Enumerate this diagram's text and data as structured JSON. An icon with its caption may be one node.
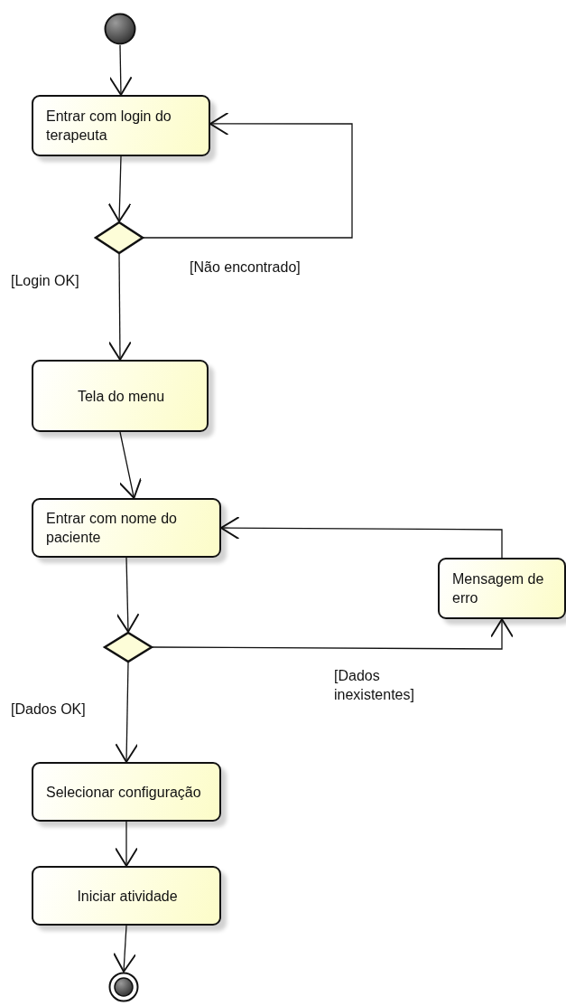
{
  "diagram": {
    "nodes": [
      {
        "text": [],
        "shape": "circle"
      },
      {
        "text": [
          "Entrar com login do terapeuta"
        ]
      },
      {
        "text": [],
        "shape": "diamond"
      },
      {
        "text": [
          "Tela do menu"
        ]
      },
      {
        "text": [
          "Entrar com nome do paciente"
        ]
      },
      {
        "text": [
          "Mensagem de erro"
        ]
      },
      {
        "text": [],
        "shape": "diamond"
      },
      {
        "text": [
          "Selecionar configuração"
        ]
      },
      {
        "text": [
          "Iniciar atividade"
        ]
      },
      {
        "text": [],
        "shape": "circle"
      }
    ],
    "edges": [
      {
        "from": 0,
        "to": 1,
        "arrow": "to"
      },
      {
        "from": 1,
        "to": 2,
        "arrow": "to"
      },
      {
        "from": 2,
        "to": 1,
        "arrow": "to",
        "label": "[Não encontrado]"
      },
      {
        "from": 2,
        "to": 3,
        "arrow": "to",
        "label": "[Login OK]"
      },
      {
        "from": 3,
        "to": 4,
        "arrow": "to"
      },
      {
        "from": 4,
        "to": 6,
        "arrow": "to"
      },
      {
        "from": 6,
        "to": 5,
        "arrow": "to",
        "label": "[Dados inexistentes]"
      },
      {
        "from": 5,
        "to": 4,
        "arrow": "to"
      },
      {
        "from": 6,
        "to": 7,
        "arrow": "to",
        "label": "[Dados OK]"
      },
      {
        "from": 7,
        "to": 8,
        "arrow": "to"
      },
      {
        "from": 8,
        "to": 9,
        "arrow": "to"
      }
    ]
  }
}
